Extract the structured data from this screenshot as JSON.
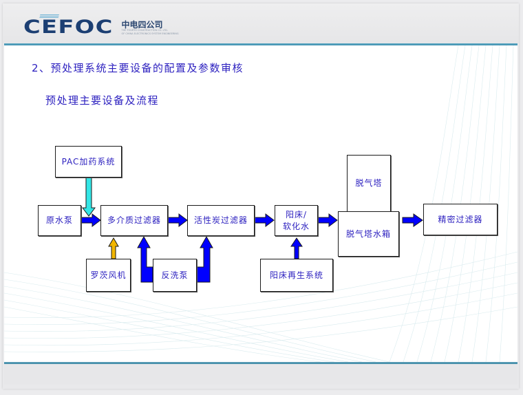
{
  "header": {
    "logo_mark": "CEFOC",
    "logo_cn": "中电四公司",
    "logo_en_line1": "THE FOURTH CONSTRUCTION CO. LTD.",
    "logo_en_line2": "OF CHINA ELECTRONICS SYSTEM ENGINEERING"
  },
  "slide": {
    "title": "2、预处理系统主要设备的配置及参数审核",
    "subtitle": "预处理主要设备及流程"
  },
  "diagram": {
    "colors": {
      "main_flow_arrow": "#0000ff",
      "pac_arrow": "#33e6e6",
      "blower_arrow": "#f2b600",
      "box_text": "#2b1fbf",
      "box_border": "#1a1a1a"
    },
    "nodes": {
      "pac": "PAC加药系统",
      "raw_pump": "原水泵",
      "multimedia_filter": "多介质过滤器",
      "carbon_filter": "活性炭过滤器",
      "cation_bed_line1": "阳床/",
      "cation_bed_line2": "软化水",
      "degasser": "脱气塔",
      "degasser_tank": "脱气塔水箱",
      "precision_filter": "精密过滤器",
      "roots_blower": "罗茨风机",
      "backwash_pump": "反洗泵",
      "cation_regen": "阳床再生系统"
    },
    "edges": [
      {
        "from": "原水泵",
        "to": "多介质过滤器"
      },
      {
        "from": "PAC加药系统",
        "to": "多介质过滤器"
      },
      {
        "from": "罗茨风机",
        "to": "多介质过滤器"
      },
      {
        "from": "反洗泵",
        "to": "多介质过滤器"
      },
      {
        "from": "反洗泵",
        "to": "活性炭过滤器"
      },
      {
        "from": "多介质过滤器",
        "to": "活性炭过滤器"
      },
      {
        "from": "活性炭过滤器",
        "to": "阳床/软化水"
      },
      {
        "from": "阳床再生系统",
        "to": "阳床/软化水"
      },
      {
        "from": "阳床/软化水",
        "to": "脱气塔水箱"
      },
      {
        "from": "脱气塔水箱",
        "to": "精密过滤器"
      }
    ]
  }
}
